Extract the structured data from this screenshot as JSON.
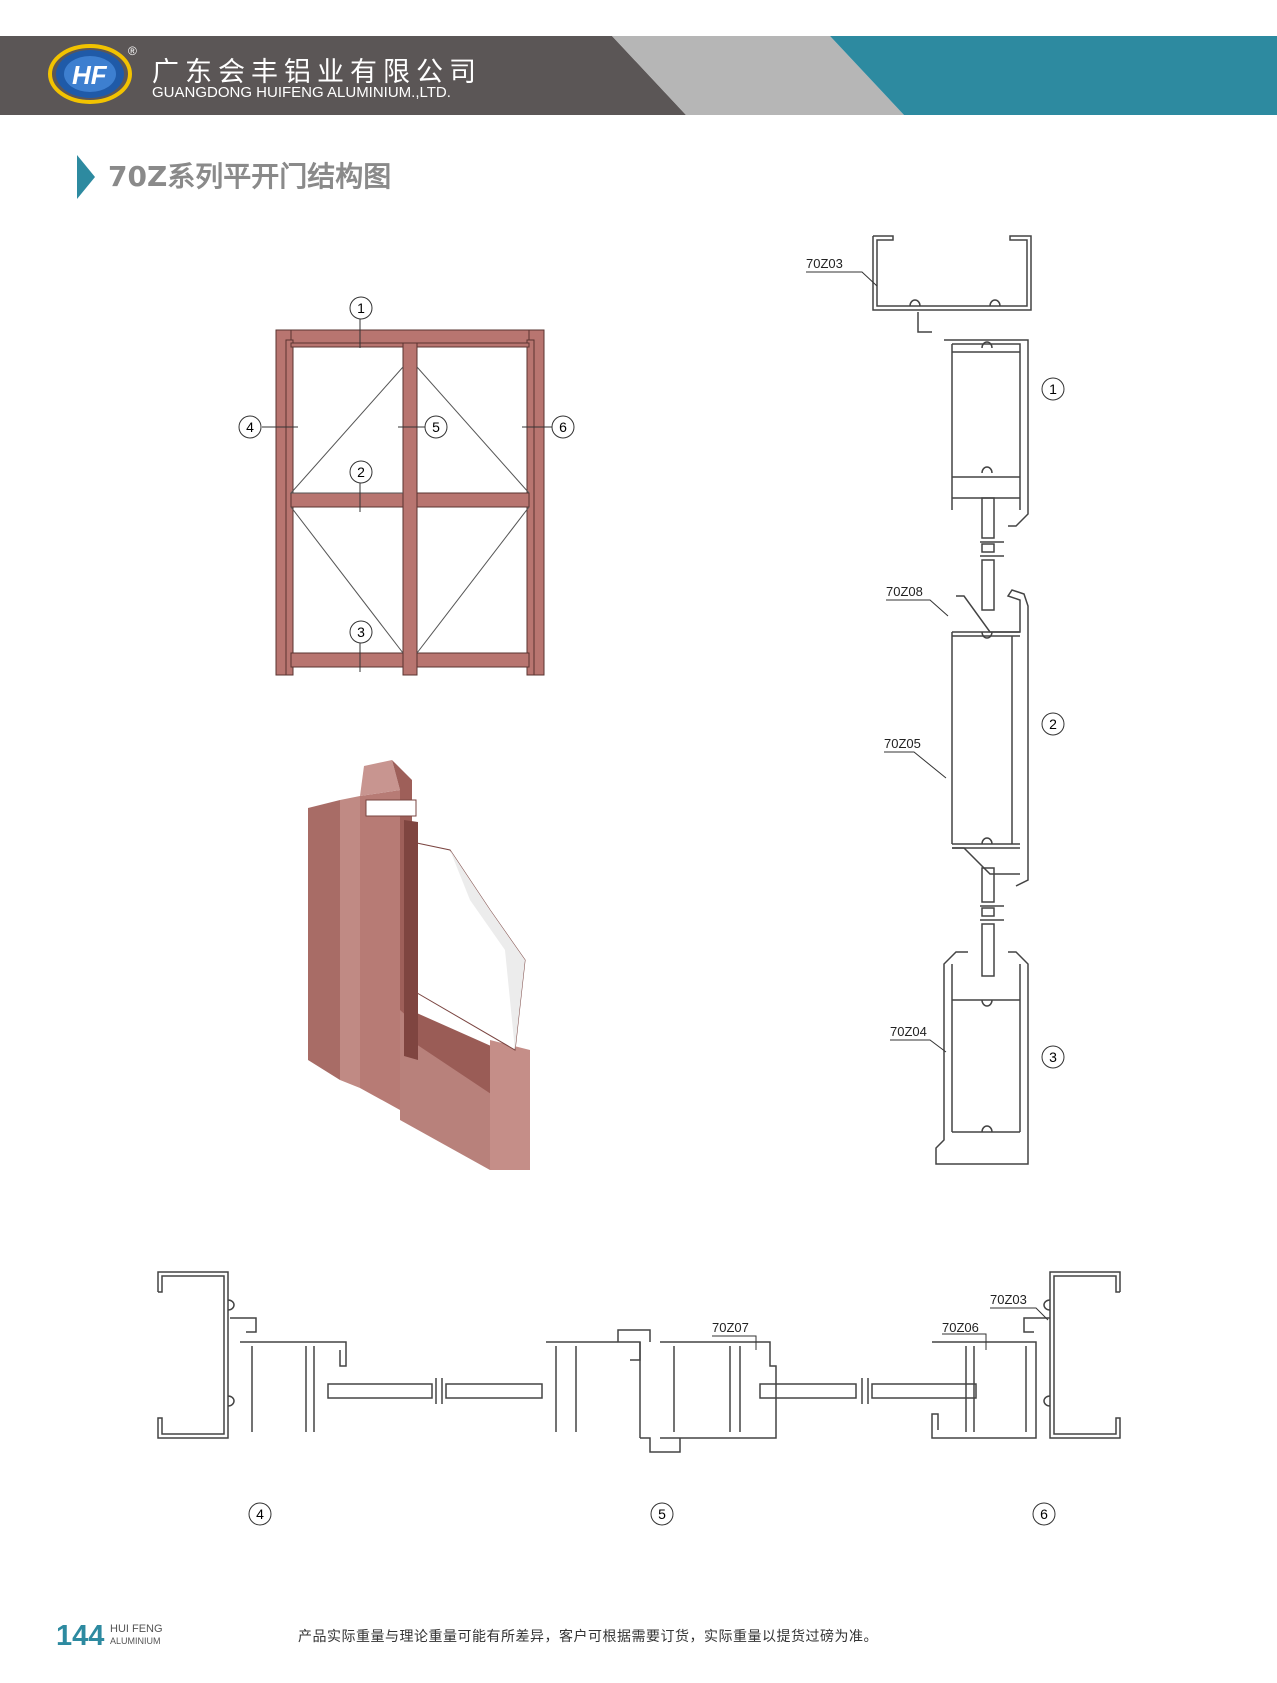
{
  "header": {
    "company_cn": "广东会丰铝业有限公司",
    "company_en": "GUANGDONG HUIFENG ALUMINIUM.,LTD.",
    "logo_text": "HF",
    "registered_mark": "®",
    "colors": {
      "dark": "#5b5656",
      "light": "#b6b6b6",
      "accent": "#2d8aa0",
      "logo_blue": "#1f5aa8",
      "logo_yellow": "#f2c300"
    }
  },
  "section": {
    "title": "70Z系列平开门结构图"
  },
  "elevation": {
    "callouts": [
      "1",
      "2",
      "3",
      "4",
      "5",
      "6"
    ],
    "frame_color": "#b87570"
  },
  "vertical_section": {
    "labels": {
      "top": "70Z03",
      "mullion_sash": "70Z08",
      "sash": "70Z05",
      "bottom": "70Z04"
    },
    "callouts": [
      "1",
      "2",
      "3"
    ]
  },
  "horizontal_section": {
    "labels": {
      "center": "70Z07",
      "right_sash": "70Z06",
      "right_frame": "70Z03"
    },
    "callouts": [
      "4",
      "5",
      "6"
    ]
  },
  "footer": {
    "page_number": "144",
    "brand": "HUI FENG",
    "brand_sub": "ALUMINIUM",
    "note": "产品实际重量与理论重量可能有所差异，客户可根据需要订货，实际重量以提货过磅为准。"
  }
}
